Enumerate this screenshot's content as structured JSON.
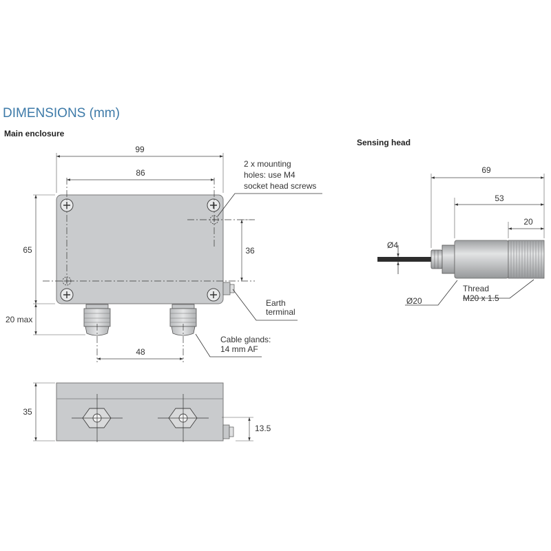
{
  "header": {
    "title": "DIMENSIONS (mm)",
    "main_enclosure": "Main enclosure",
    "sensing_head": "Sensing head"
  },
  "enclosure": {
    "width_outer": "99",
    "width_holes": "86",
    "height": "65",
    "hole_to_bottom": "36",
    "gland_protrusion": "20 max",
    "gland_spacing": "48",
    "mounting_note_1": "2 x mounting",
    "mounting_note_2": "holes: use M4",
    "mounting_note_3": "socket head screws",
    "earth_1": "Earth",
    "earth_2": "terminal",
    "glands_1": "Cable glands:",
    "glands_2": "14 mm AF",
    "depth": "35",
    "earth_height": "13.5"
  },
  "sensor": {
    "overall_length": "69",
    "body_length": "53",
    "thread_length": "20",
    "cable_diameter": "Ø4",
    "body_diameter": "Ø20",
    "thread_1": "Thread",
    "thread_2": "M20 x 1.5"
  },
  "colors": {
    "title": "#3d7aa8",
    "enclosure_fill": "#c9cbcd",
    "gland_fill": "#d4d6d8",
    "sensor_body": "#bfc1c3"
  }
}
